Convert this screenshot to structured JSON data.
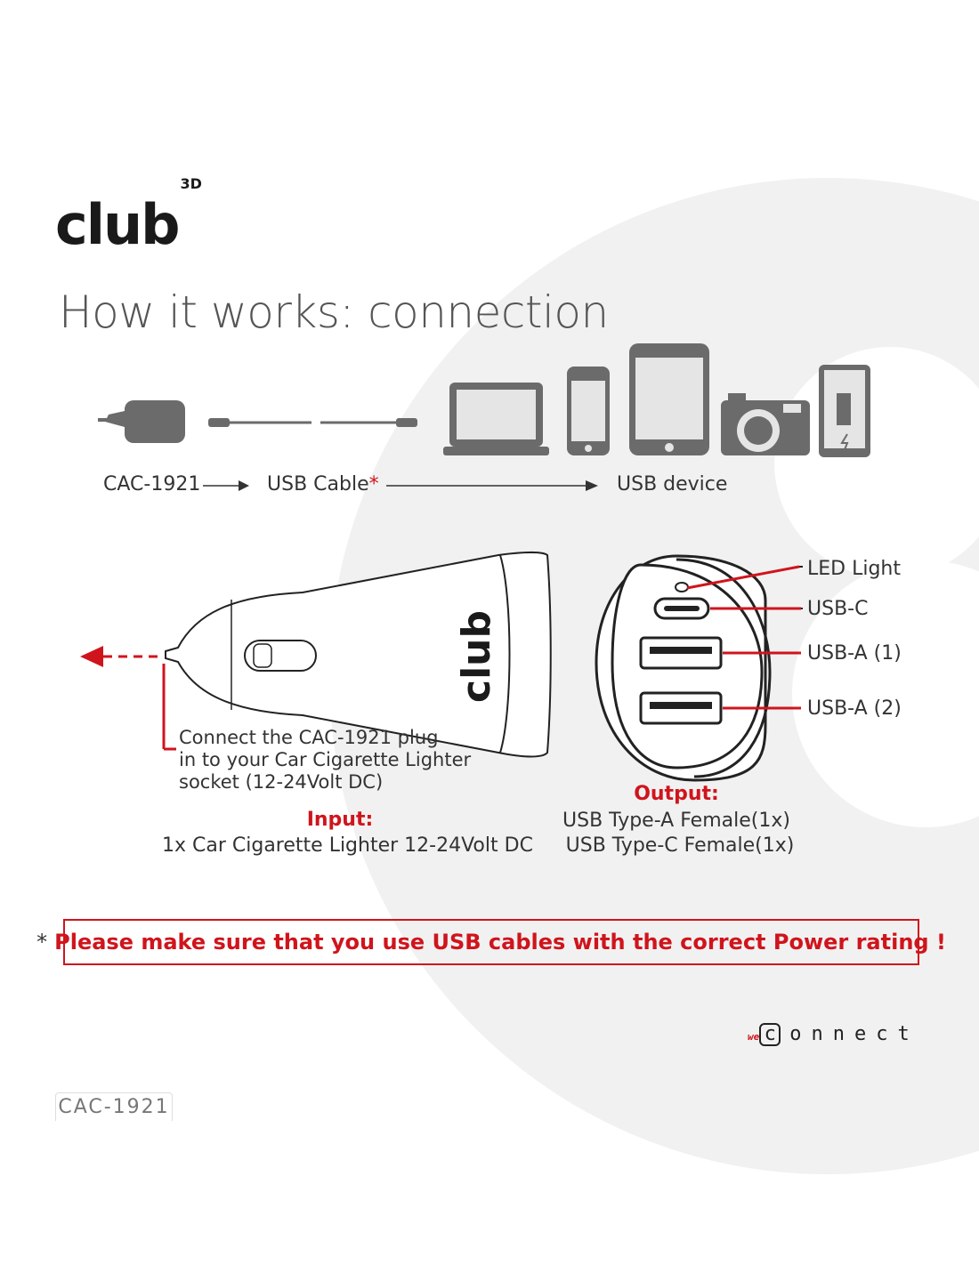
{
  "brand": {
    "logo_text": "club",
    "logo_sup": "3D"
  },
  "title": "How it works: connection",
  "flow": {
    "step1": "CAC-1921",
    "step2": "USB Cable",
    "step2_mark": "*",
    "step3": "USB device"
  },
  "ports": {
    "led": "LED Light",
    "usb_c": "USB-C",
    "usb_a1": "USB-A (1)",
    "usb_a2": "USB-A (2)"
  },
  "instruction": {
    "line1": "Connect the CAC-1921 plug",
    "line2": "in to your Car Cigarette Lighter",
    "line3": "socket (12-24Volt DC)"
  },
  "input": {
    "heading": "Input:",
    "line1": "1x Car Cigarette Lighter 12-24Volt DC"
  },
  "output": {
    "heading": "Output:",
    "line1": "USB Type-A Female(1x)",
    "line2": "USB Type-C Female(1x)"
  },
  "warning": {
    "star": "*",
    "text": "Please make sure that you use USB cables with the correct Power rating !"
  },
  "footer": {
    "we": "we",
    "connect_first": "c",
    "connect_rest": "onnect",
    "model": "CAC-1921"
  },
  "colors": {
    "accent": "#d0141c",
    "device_gray": "#6b6b6b",
    "text": "#333333"
  },
  "icons": [
    "car-charger-icon",
    "usb-cable-icon",
    "laptop-icon",
    "smartphone-icon",
    "tablet-icon",
    "camera-icon",
    "power-bank-icon"
  ]
}
